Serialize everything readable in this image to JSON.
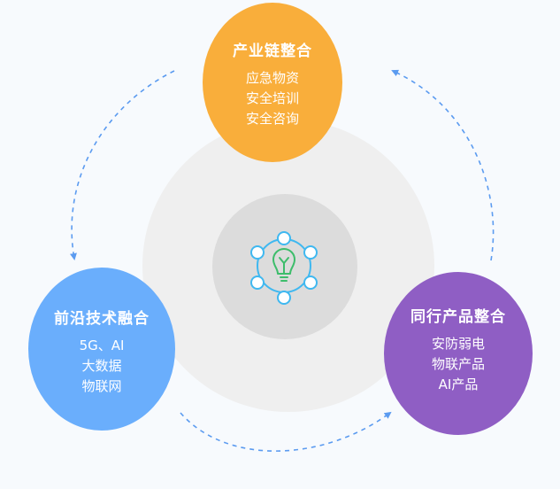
{
  "diagram": {
    "nodes": [
      {
        "id": "top",
        "title": "产业链整合",
        "items": [
          "应急物资",
          "安全培训",
          "安全咨询"
        ],
        "color": "#f9ae3b"
      },
      {
        "id": "left",
        "title": "前沿技术融合",
        "items": [
          "5G、AI",
          "大数据",
          "物联网"
        ],
        "color": "#6aaefc"
      },
      {
        "id": "right",
        "title": "同行产品整合",
        "items": [
          "安防弱电",
          "物联产品",
          "AI产品"
        ],
        "color": "#8f5ec4"
      }
    ],
    "center_icon": "lightbulb-network-icon",
    "colors": {
      "outer_ring": "#efefef",
      "inner_ring": "#dcdcdc",
      "arrow": "#5b9bf0",
      "icon_node": "#3fb8f0",
      "bulb": "#3dbd6b"
    }
  }
}
